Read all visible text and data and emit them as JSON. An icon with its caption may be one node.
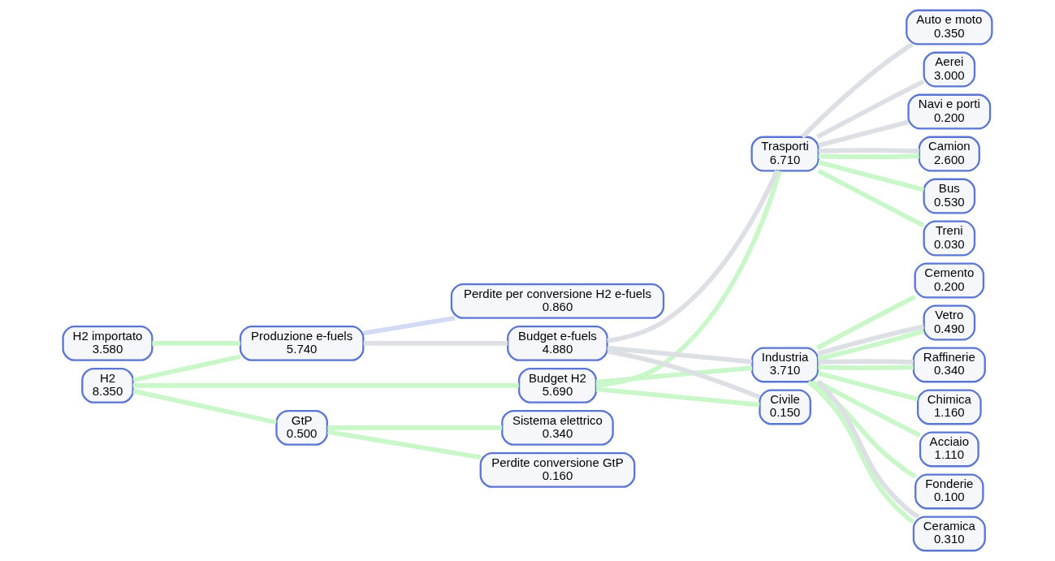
{
  "diagram": {
    "nodes": [
      {
        "text": [
          "H2",
          "8.350"
        ]
      },
      {
        "text": [
          "H2 importato",
          "3.580"
        ]
      },
      {
        "text": [
          "GtP",
          "0.500"
        ]
      },
      {
        "text": [
          "Perdite conversione GtP",
          "0.160"
        ]
      },
      {
        "text": [
          "Sistema elettrico",
          "0.340"
        ]
      },
      {
        "text": [
          "Budget H2",
          "5.690"
        ]
      },
      {
        "text": [
          "Produzione e-fuels",
          "5.740"
        ]
      },
      {
        "text": [
          "Perdite per conversione H2 e-fuels",
          "0.860"
        ]
      },
      {
        "text": [
          "Budget e-fuels",
          "4.880"
        ]
      },
      {
        "text": [
          "Trasporti",
          "6.710"
        ]
      },
      {
        "text": [
          "Industria",
          "3.710"
        ]
      },
      {
        "text": [
          "Civile",
          "0.150"
        ]
      },
      {
        "text": [
          "Camion",
          "2.600"
        ]
      },
      {
        "text": [
          "Bus",
          "0.530"
        ]
      },
      {
        "text": [
          "Treni",
          "0.030"
        ]
      },
      {
        "text": [
          "Auto e moto",
          "0.350"
        ]
      },
      {
        "text": [
          "Aerei",
          "3.000"
        ]
      },
      {
        "text": [
          "Navi e porti",
          "0.200"
        ]
      },
      {
        "text": [
          "Acciaio",
          "1.110"
        ]
      },
      {
        "text": [
          "Fonderie",
          "0.100"
        ]
      },
      {
        "text": [
          "Ceramica",
          "0.310"
        ]
      },
      {
        "text": [
          "Cemento",
          "0.200"
        ]
      },
      {
        "text": [
          "Vetro",
          "0.490"
        ]
      },
      {
        "text": [
          "Raffinerie",
          "0.340"
        ]
      },
      {
        "text": [
          "Chimica",
          "1.160"
        ]
      }
    ],
    "edges": [
      {
        "from": 0,
        "to": 2,
        "arrow": "none"
      },
      {
        "from": 0,
        "to": 5,
        "arrow": "none"
      },
      {
        "from": 0,
        "to": 6,
        "arrow": "none"
      },
      {
        "from": 1,
        "to": 6,
        "arrow": "none"
      },
      {
        "from": 2,
        "to": 3,
        "arrow": "none"
      },
      {
        "from": 2,
        "to": 4,
        "arrow": "none"
      },
      {
        "from": 6,
        "to": 7,
        "arrow": "none",
        "color": "#d3dbf4"
      },
      {
        "from": 6,
        "to": 8,
        "arrow": "none",
        "color": "#dcdfe3"
      },
      {
        "from": 5,
        "to": 9,
        "arrow": "none"
      },
      {
        "from": 5,
        "to": 10,
        "arrow": "none"
      },
      {
        "from": 5,
        "to": 11,
        "arrow": "none"
      },
      {
        "from": 8,
        "to": 9,
        "arrow": "none",
        "color": "#dcdfe3"
      },
      {
        "from": 8,
        "to": 10,
        "arrow": "none",
        "color": "#dcdfe3"
      },
      {
        "from": 8,
        "to": 11,
        "arrow": "none",
        "color": "#dcdfe3"
      },
      {
        "from": 9,
        "to": 12,
        "arrow": "none"
      },
      {
        "from": 9,
        "to": 12,
        "arrow": "none",
        "color": "#dcdfe3"
      },
      {
        "from": 9,
        "to": 13,
        "arrow": "none"
      },
      {
        "from": 9,
        "to": 14,
        "arrow": "none"
      },
      {
        "from": 9,
        "to": 15,
        "arrow": "none",
        "color": "#dcdfe3"
      },
      {
        "from": 9,
        "to": 16,
        "arrow": "none",
        "color": "#dcdfe3"
      },
      {
        "from": 9,
        "to": 17,
        "arrow": "none",
        "color": "#dcdfe3"
      },
      {
        "from": 10,
        "to": 18,
        "arrow": "none"
      },
      {
        "from": 10,
        "to": 19,
        "arrow": "none"
      },
      {
        "from": 10,
        "to": 20,
        "arrow": "none"
      },
      {
        "from": 10,
        "to": 20,
        "arrow": "none",
        "color": "#dcdfe3"
      },
      {
        "from": 10,
        "to": 21,
        "arrow": "none"
      },
      {
        "from": 10,
        "to": 22,
        "arrow": "none"
      },
      {
        "from": 10,
        "to": 22,
        "arrow": "none",
        "color": "#dcdfe3"
      },
      {
        "from": 10,
        "to": 23,
        "arrow": "none"
      },
      {
        "from": 10,
        "to": 23,
        "arrow": "none",
        "color": "#dcdfe3"
      },
      {
        "from": 10,
        "to": 24,
        "arrow": "none"
      }
    ]
  }
}
